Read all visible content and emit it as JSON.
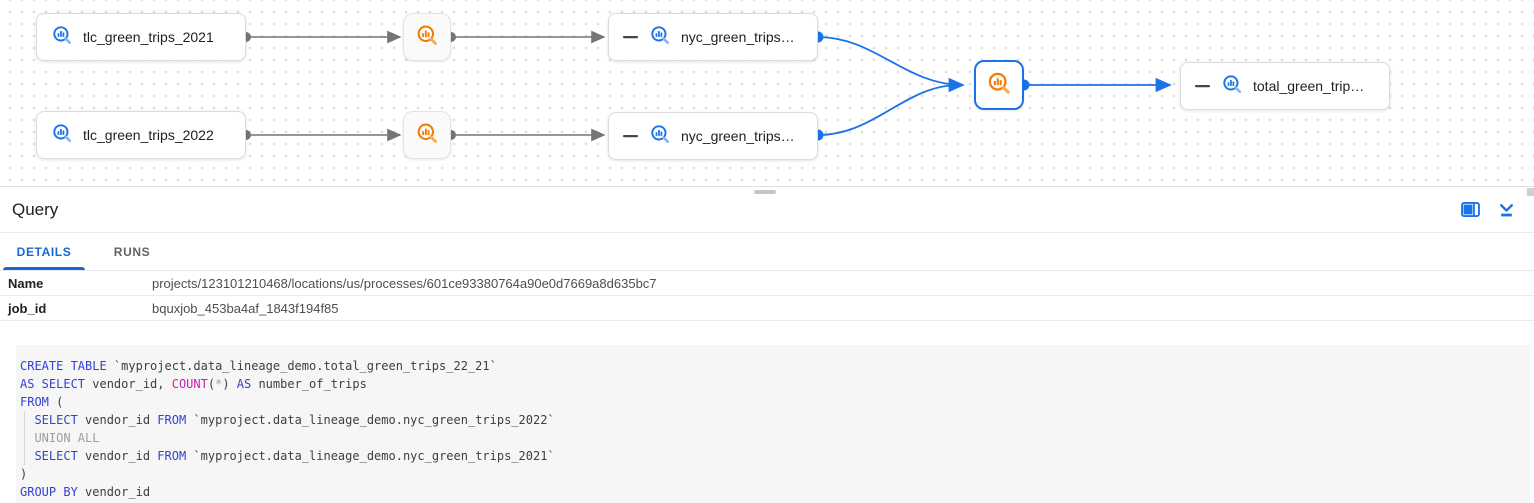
{
  "graph": {
    "nodes": {
      "tlc2021": {
        "label": "tlc_green_trips_2021",
        "type": "table"
      },
      "tlc2022": {
        "label": "tlc_green_trips_2022",
        "type": "table"
      },
      "nyc1": {
        "label": "nyc_green_trips…",
        "type": "table",
        "collapsed": true
      },
      "nyc2": {
        "label": "nyc_green_trips…",
        "type": "table",
        "collapsed": true
      },
      "total": {
        "label": "total_green_trip…",
        "type": "table",
        "collapsed": true
      },
      "process1": {
        "type": "query-process"
      },
      "process2": {
        "type": "query-process"
      },
      "selected_process": {
        "type": "query-process",
        "selected": true
      }
    },
    "edges": [
      {
        "from": "tlc2021",
        "to": "process1",
        "color": "gray"
      },
      {
        "from": "process1",
        "to": "nyc1",
        "color": "gray"
      },
      {
        "from": "tlc2022",
        "to": "process2",
        "color": "gray"
      },
      {
        "from": "process2",
        "to": "nyc2",
        "color": "gray"
      },
      {
        "from": "nyc1",
        "to": "selected_process",
        "color": "blue"
      },
      {
        "from": "nyc2",
        "to": "selected_process",
        "color": "blue"
      },
      {
        "from": "selected_process",
        "to": "total",
        "color": "blue"
      }
    ]
  },
  "panel": {
    "title": "Query",
    "tabs": [
      {
        "label": "DETAILS",
        "active": true
      },
      {
        "label": "RUNS",
        "active": false
      }
    ],
    "fields": [
      {
        "label": "Name",
        "value": "projects/123101210468/locations/us/processes/601ce93380764a90e0d7669a8d635bc7"
      },
      {
        "label": "job_id",
        "value": "bquxjob_453ba4af_1843f194f85"
      }
    ],
    "icons": {
      "side_panel": "open-side-panel",
      "collapse": "collapse-panel-down"
    }
  },
  "code": {
    "language": "sql",
    "lines": [
      [
        {
          "c": "kwd",
          "t": "CREATE TABLE"
        },
        {
          "c": "pln",
          "t": " `myproject.data_lineage_demo.total_green_trips_22_21`"
        }
      ],
      [
        {
          "c": "kwd",
          "t": "AS SELECT"
        },
        {
          "c": "pln",
          "t": " vendor_id, "
        },
        {
          "c": "fn",
          "t": "COUNT"
        },
        {
          "c": "pln",
          "t": "("
        },
        {
          "c": "com",
          "t": "*"
        },
        {
          "c": "pln",
          "t": ") "
        },
        {
          "c": "kwd",
          "t": "AS"
        },
        {
          "c": "pln",
          "t": " number_of_trips"
        }
      ],
      [
        {
          "c": "kwd",
          "t": "FROM"
        },
        {
          "c": "pln",
          "t": " ("
        }
      ],
      [
        {
          "c": "pln",
          "t": "  "
        },
        {
          "c": "kwd",
          "t": "SELECT"
        },
        {
          "c": "pln",
          "t": " vendor_id "
        },
        {
          "c": "kwd",
          "t": "FROM"
        },
        {
          "c": "pln",
          "t": " `myproject.data_lineage_demo.nyc_green_trips_2022`"
        }
      ],
      [
        {
          "c": "pln",
          "t": "  "
        },
        {
          "c": "com",
          "t": "UNION ALL"
        }
      ],
      [
        {
          "c": "pln",
          "t": "  "
        },
        {
          "c": "kwd",
          "t": "SELECT"
        },
        {
          "c": "pln",
          "t": " vendor_id "
        },
        {
          "c": "kwd",
          "t": "FROM"
        },
        {
          "c": "pln",
          "t": " `myproject.data_lineage_demo.nyc_green_trips_2021`"
        }
      ],
      [
        {
          "c": "pln",
          "t": ")"
        }
      ],
      [
        {
          "c": "kwd",
          "t": "GROUP BY"
        },
        {
          "c": "pln",
          "t": " vendor_id"
        }
      ]
    ]
  },
  "colors": {
    "accent_blue": "#1a73e8",
    "tab_blue": "#1967d2",
    "process_orange": "#f57c00",
    "edge_gray": "#757575",
    "sql_keyword": "#3341d4",
    "sql_function": "#c81eb4",
    "sql_muted": "#9aa0a6"
  }
}
